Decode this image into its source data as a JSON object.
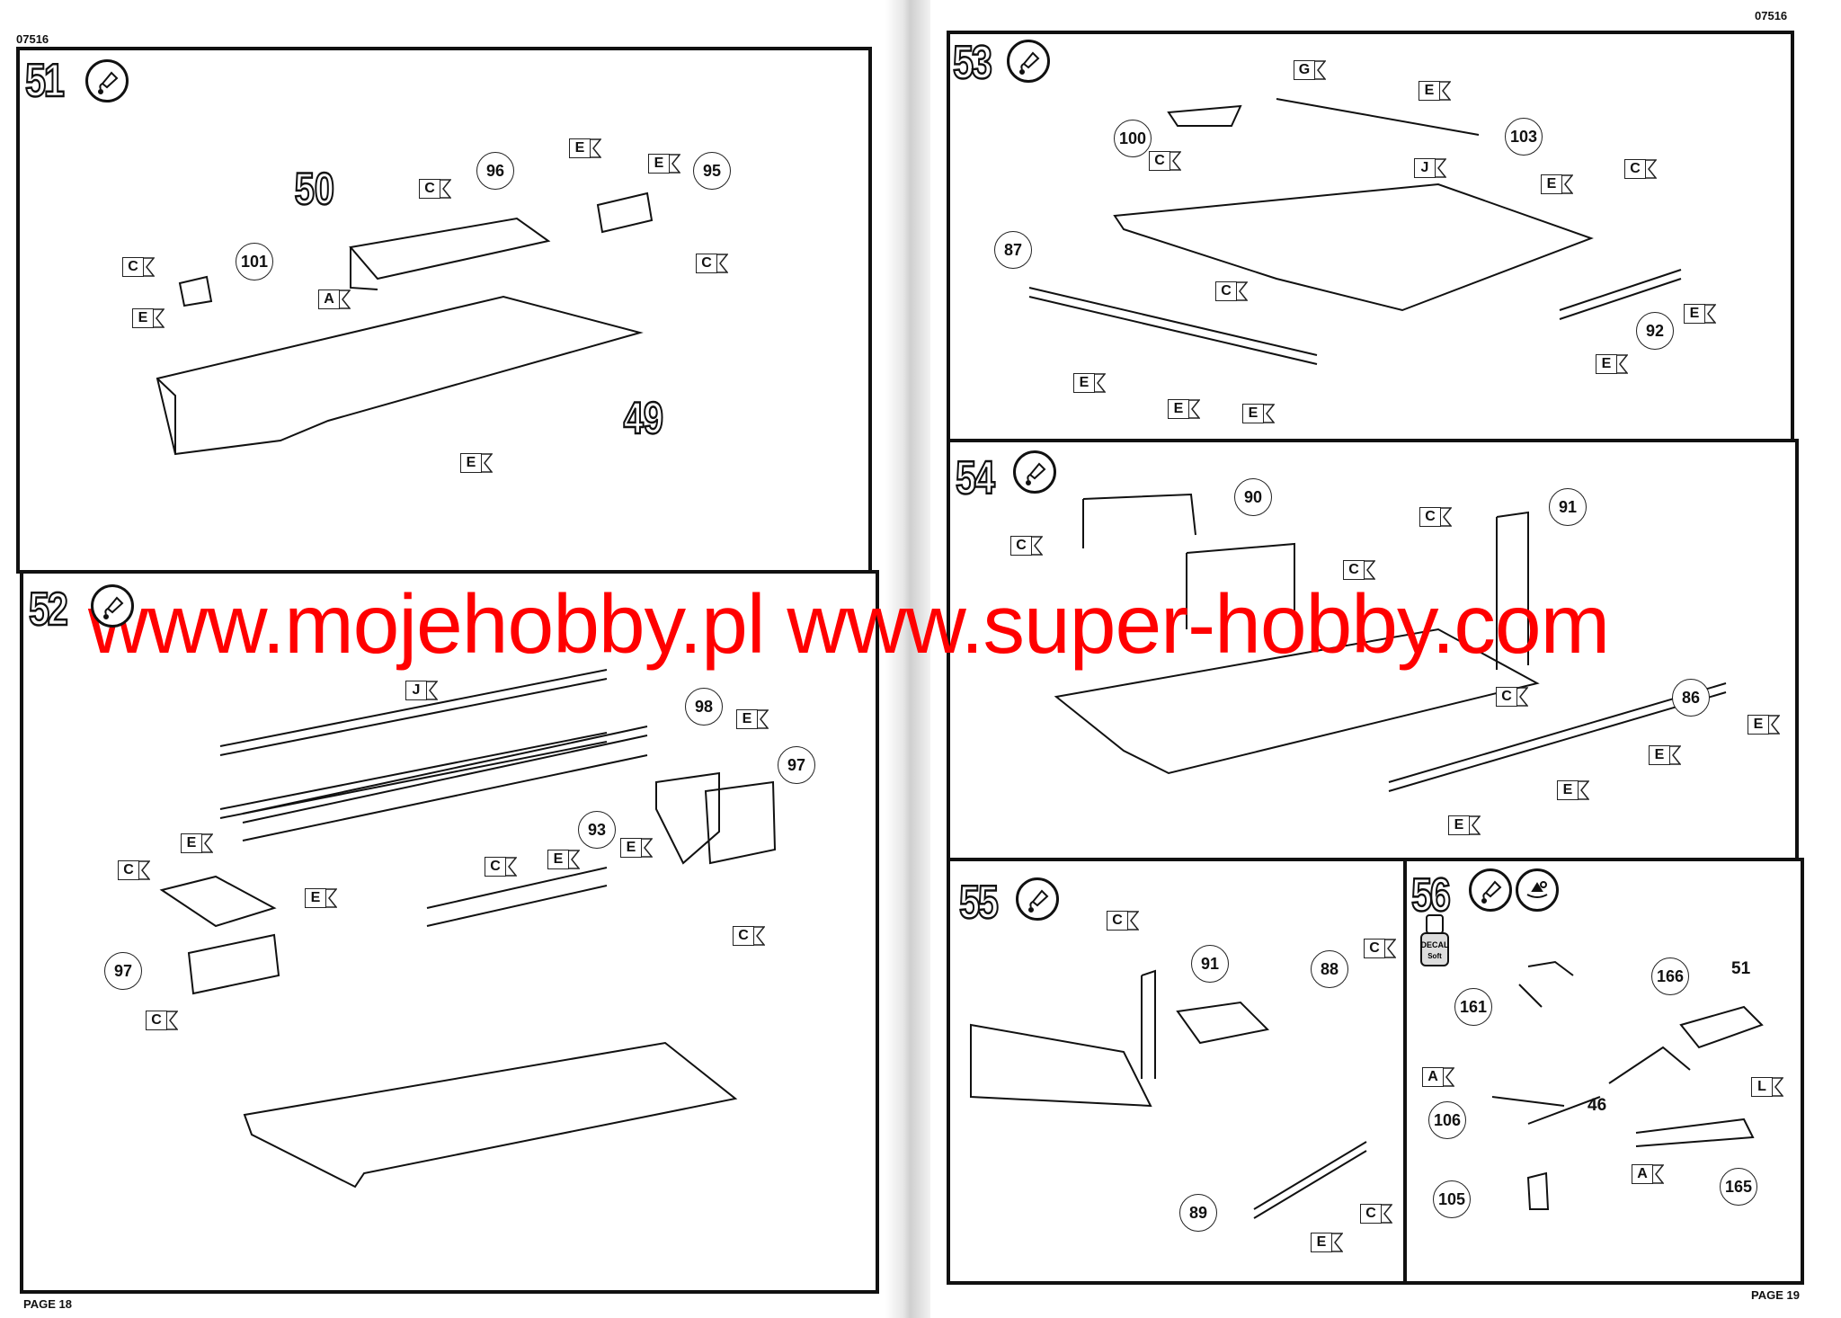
{
  "pages": [
    {
      "code": "07516",
      "label": "PAGE 18"
    },
    {
      "code": "07516",
      "label": "PAGE 19"
    }
  ],
  "watermark": "www.mojehobby.pl www.super-hobby.com",
  "decal_bottle": {
    "line1": "DECAL",
    "line2": "Soft"
  },
  "steps": [
    {
      "number": "51",
      "icons": [
        "glue-icon"
      ],
      "big_labels": [
        "50",
        "49"
      ],
      "callouts": [
        "96",
        "95",
        "101"
      ],
      "flags": [
        "E",
        "C",
        "E",
        "C",
        "C",
        "A",
        "E",
        "E"
      ]
    },
    {
      "number": "52",
      "icons": [
        "glue-icon"
      ],
      "big_labels": [],
      "callouts": [
        "98",
        "97",
        "93",
        "97"
      ],
      "flags": [
        "J",
        "E",
        "C",
        "E",
        "E",
        "E",
        "C",
        "E",
        "C",
        "C"
      ]
    },
    {
      "number": "53",
      "icons": [
        "glue-icon"
      ],
      "big_labels": [],
      "callouts": [
        "100",
        "103",
        "87",
        "92"
      ],
      "flags": [
        "G",
        "E",
        "C",
        "J",
        "E",
        "C",
        "C",
        "E",
        "E",
        "E",
        "E",
        "E"
      ]
    },
    {
      "number": "54",
      "icons": [
        "glue-icon"
      ],
      "big_labels": [],
      "callouts": [
        "90",
        "91",
        "86"
      ],
      "flags": [
        "C",
        "C",
        "C",
        "C",
        "E",
        "E",
        "E",
        "E"
      ]
    },
    {
      "number": "55",
      "icons": [
        "glue-icon"
      ],
      "big_labels": [],
      "callouts": [
        "91",
        "88",
        "89"
      ],
      "flags": [
        "C",
        "C",
        "C",
        "E"
      ]
    },
    {
      "number": "56",
      "icons": [
        "glue-icon",
        "decal-icon"
      ],
      "big_labels": [],
      "callouts": [
        "161",
        "166",
        "106",
        "105",
        "165"
      ],
      "plain_labels": [
        "51",
        "46"
      ],
      "flags": [
        "A",
        "L",
        "A"
      ]
    }
  ]
}
